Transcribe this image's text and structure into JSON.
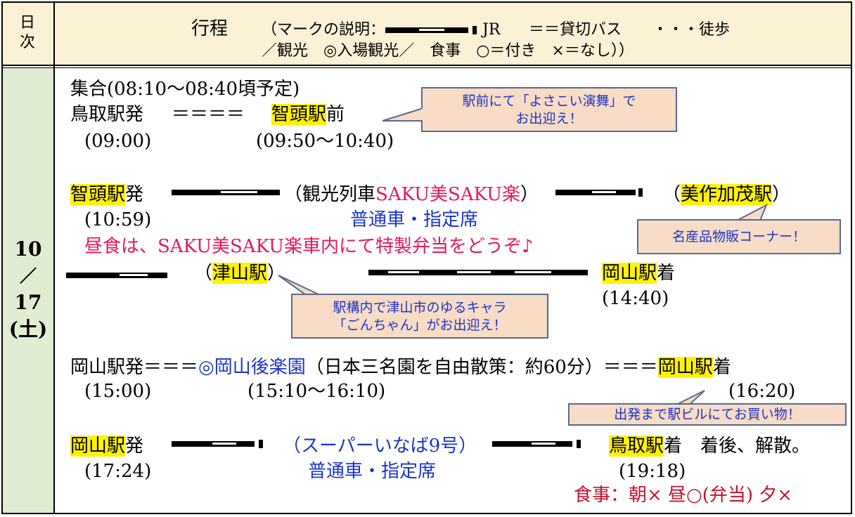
{
  "header": {
    "day_col": [
      "日",
      "次"
    ],
    "title": "行程",
    "legend_open": "（マークの説明：",
    "legend_jr": "JR",
    "legend_bus": "＝＝貸切バス",
    "legend_walk": "・・・徒歩",
    "legend_line2": "／観光　◎入場観光／　食事　○＝付き　×＝なし））"
  },
  "day": {
    "month": "10",
    "slash": "／",
    "date": "17",
    "weekday": "(土)"
  },
  "colors": {
    "header_bg": "#fbf1d4",
    "daycol_bg": "#e1edd3",
    "highlight": "#fff200",
    "blue": "#1a33c9",
    "pink": "#e8175d",
    "red": "#c0142a",
    "callout_bg": "#f8dcc6"
  },
  "seg1": {
    "gather": "集合(08:10～08:40頃予定)",
    "depart": "鳥取駅発",
    "bus": "＝＝＝＝",
    "arrive_station": "智頭駅",
    "arrive_suffix": "前",
    "t_depart": "(09:00)",
    "t_arrive": "(09:50～10:40)",
    "callout": [
      "駅前にて「よさこい演舞」で",
      "お出迎え！"
    ]
  },
  "seg2": {
    "station": "智頭駅",
    "suffix": "発",
    "train_open": "（観光列車",
    "train_name": "SAKU美SAKU楽",
    "train_close": "）",
    "dest": "美作加茂駅",
    "dest_open": "（",
    "dest_close": "）",
    "time": "(10:59)",
    "seat": "普通車・指定席",
    "lunch": "昼食は、SAKU美SAKU楽車内にて特製弁当をどうぞ♪",
    "callout": "名産品物販コーナー！"
  },
  "seg3": {
    "tsuyama_open": "（",
    "tsuyama": "津山駅",
    "tsuyama_close": "）",
    "okayama": "岡山駅",
    "arrive_suffix": "着",
    "time": "(14:40)",
    "callout": [
      "駅構内で津山市のゆるキャラ",
      "「ごんちゃん」がお出迎え！"
    ]
  },
  "seg4": {
    "depart": "岡山駅発＝＝＝",
    "garden": "◎岡山後楽園",
    "garden_note": "（日本三名園を自由散策：約60分）＝＝＝",
    "arrive": "岡山駅",
    "arrive_suffix": "着",
    "t_depart": "(15:00)",
    "t_garden": "(15:10～16:10)",
    "t_arrive": "(16:20)",
    "callout": "出発まで駅ビルにてお買い物！"
  },
  "seg5": {
    "station": "岡山駅",
    "suffix": "発",
    "train": "（スーパーいなば9号）",
    "dest": "鳥取駅",
    "dest_suffix": "着　着後、解散。",
    "t_depart": "(17:24)",
    "seat": "普通車・指定席",
    "t_arrive": "(19:18)",
    "meals": "食事：朝× 昼○(弁当) 夕×"
  }
}
